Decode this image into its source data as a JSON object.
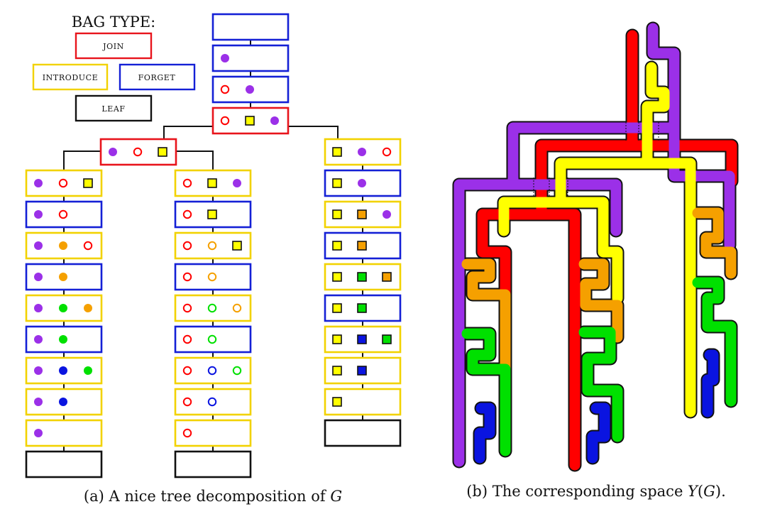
{
  "legend": {
    "title": "BAG TYPE:",
    "items": [
      {
        "key": "join",
        "label": "JOIN",
        "color": "#e8141c"
      },
      {
        "key": "introduce",
        "label": "INTRODUCE",
        "color": "#f2d200"
      },
      {
        "key": "forget",
        "label": "FORGET",
        "color": "#1420d6"
      },
      {
        "key": "leaf",
        "label": "LEAF",
        "color": "#111111"
      }
    ]
  },
  "vertex_colors": {
    "purple": "#9b30e8",
    "red": "#ff0000",
    "yellow": "#ffff00",
    "orange": "#f5a000",
    "green": "#00e000",
    "blue": "#0a14e0"
  },
  "tree": {
    "root_chain": [
      {
        "type": "forget",
        "items": []
      },
      {
        "type": "forget",
        "items": [
          {
            "c": "purple",
            "s": "dot"
          }
        ]
      },
      {
        "type": "forget",
        "items": [
          {
            "c": "red",
            "s": "ring"
          },
          {
            "c": "purple",
            "s": "dot"
          }
        ]
      },
      {
        "type": "join",
        "items": [
          {
            "c": "red",
            "s": "ring"
          },
          {
            "c": "yellow",
            "s": "sq"
          },
          {
            "c": "purple",
            "s": "dot"
          }
        ]
      }
    ],
    "left_join": {
      "type": "join",
      "items": [
        {
          "c": "purple",
          "s": "dot"
        },
        {
          "c": "red",
          "s": "ring"
        },
        {
          "c": "yellow",
          "s": "sq"
        }
      ]
    },
    "columns": [
      [
        {
          "type": "introduce",
          "items": [
            {
              "c": "purple",
              "s": "dot"
            },
            {
              "c": "red",
              "s": "ring"
            },
            {
              "c": "yellow",
              "s": "sq"
            }
          ]
        },
        {
          "type": "forget",
          "items": [
            {
              "c": "purple",
              "s": "dot"
            },
            {
              "c": "red",
              "s": "ring"
            }
          ]
        },
        {
          "type": "introduce",
          "items": [
            {
              "c": "purple",
              "s": "dot"
            },
            {
              "c": "orange",
              "s": "dot"
            },
            {
              "c": "red",
              "s": "ring"
            }
          ]
        },
        {
          "type": "forget",
          "items": [
            {
              "c": "purple",
              "s": "dot"
            },
            {
              "c": "orange",
              "s": "dot"
            }
          ]
        },
        {
          "type": "introduce",
          "items": [
            {
              "c": "purple",
              "s": "dot"
            },
            {
              "c": "green",
              "s": "dot"
            },
            {
              "c": "orange",
              "s": "dot"
            }
          ]
        },
        {
          "type": "forget",
          "items": [
            {
              "c": "purple",
              "s": "dot"
            },
            {
              "c": "green",
              "s": "dot"
            }
          ]
        },
        {
          "type": "introduce",
          "items": [
            {
              "c": "purple",
              "s": "dot"
            },
            {
              "c": "blue",
              "s": "dot"
            },
            {
              "c": "green",
              "s": "dot"
            }
          ]
        },
        {
          "type": "introduce",
          "items": [
            {
              "c": "purple",
              "s": "dot"
            },
            {
              "c": "blue",
              "s": "dot"
            }
          ]
        },
        {
          "type": "introduce",
          "items": [
            {
              "c": "purple",
              "s": "dot"
            }
          ]
        },
        {
          "type": "leaf",
          "items": []
        }
      ],
      [
        {
          "type": "introduce",
          "items": [
            {
              "c": "red",
              "s": "ring"
            },
            {
              "c": "yellow",
              "s": "sq"
            },
            {
              "c": "purple",
              "s": "dot"
            }
          ]
        },
        {
          "type": "forget",
          "items": [
            {
              "c": "red",
              "s": "ring"
            },
            {
              "c": "yellow",
              "s": "sq"
            }
          ]
        },
        {
          "type": "introduce",
          "items": [
            {
              "c": "red",
              "s": "ring"
            },
            {
              "c": "orange",
              "s": "ring"
            },
            {
              "c": "yellow",
              "s": "sq"
            }
          ]
        },
        {
          "type": "forget",
          "items": [
            {
              "c": "red",
              "s": "ring"
            },
            {
              "c": "orange",
              "s": "ring"
            }
          ]
        },
        {
          "type": "introduce",
          "items": [
            {
              "c": "red",
              "s": "ring"
            },
            {
              "c": "green",
              "s": "ring"
            },
            {
              "c": "orange",
              "s": "ring"
            }
          ]
        },
        {
          "type": "forget",
          "items": [
            {
              "c": "red",
              "s": "ring"
            },
            {
              "c": "green",
              "s": "ring"
            }
          ]
        },
        {
          "type": "introduce",
          "items": [
            {
              "c": "red",
              "s": "ring"
            },
            {
              "c": "blue",
              "s": "ring"
            },
            {
              "c": "green",
              "s": "ring"
            }
          ]
        },
        {
          "type": "introduce",
          "items": [
            {
              "c": "red",
              "s": "ring"
            },
            {
              "c": "blue",
              "s": "ring"
            }
          ]
        },
        {
          "type": "introduce",
          "items": [
            {
              "c": "red",
              "s": "ring"
            }
          ]
        },
        {
          "type": "leaf",
          "items": []
        }
      ],
      [
        {
          "type": "introduce",
          "items": [
            {
              "c": "yellow",
              "s": "sq"
            },
            {
              "c": "purple",
              "s": "dot"
            },
            {
              "c": "red",
              "s": "ring"
            }
          ]
        },
        {
          "type": "forget",
          "items": [
            {
              "c": "yellow",
              "s": "sq"
            },
            {
              "c": "purple",
              "s": "dot"
            }
          ]
        },
        {
          "type": "introduce",
          "items": [
            {
              "c": "yellow",
              "s": "sq"
            },
            {
              "c": "orange",
              "s": "sq"
            },
            {
              "c": "purple",
              "s": "dot"
            }
          ]
        },
        {
          "type": "forget",
          "items": [
            {
              "c": "yellow",
              "s": "sq"
            },
            {
              "c": "orange",
              "s": "sq"
            }
          ]
        },
        {
          "type": "introduce",
          "items": [
            {
              "c": "yellow",
              "s": "sq"
            },
            {
              "c": "green",
              "s": "sq"
            },
            {
              "c": "orange",
              "s": "sq"
            }
          ]
        },
        {
          "type": "forget",
          "items": [
            {
              "c": "yellow",
              "s": "sq"
            },
            {
              "c": "green",
              "s": "sq"
            }
          ]
        },
        {
          "type": "introduce",
          "items": [
            {
              "c": "yellow",
              "s": "sq"
            },
            {
              "c": "blue",
              "s": "sq"
            },
            {
              "c": "green",
              "s": "sq"
            }
          ]
        },
        {
          "type": "introduce",
          "items": [
            {
              "c": "yellow",
              "s": "sq"
            },
            {
              "c": "blue",
              "s": "sq"
            }
          ]
        },
        {
          "type": "introduce",
          "items": [
            {
              "c": "yellow",
              "s": "sq"
            }
          ]
        },
        {
          "type": "leaf",
          "items": []
        }
      ]
    ]
  },
  "captions": {
    "a_prefix": "(a) A nice tree decomposition of ",
    "a_symbol": "G",
    "b_prefix": "(b) The corresponding space ",
    "b_symbol": "Y",
    "b_paren_open": "(",
    "b_arg": "G",
    "b_suffix": ")."
  }
}
